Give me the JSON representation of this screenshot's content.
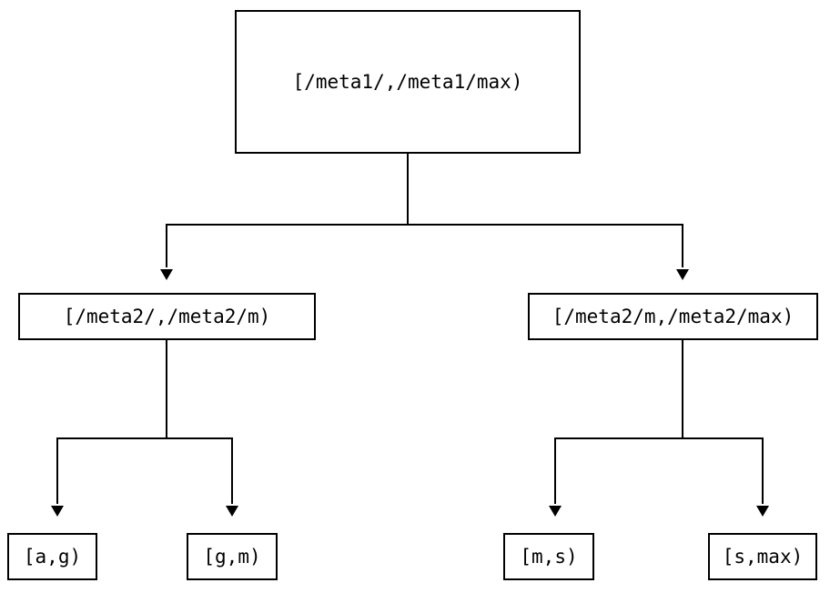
{
  "diagram": {
    "type": "tree",
    "orientation": "top-down",
    "background_color": "#ffffff",
    "line_color": "#000000",
    "node_border_color": "#000000",
    "node_fill_color": "#ffffff",
    "nodes": {
      "root": {
        "label": "[/meta1/,/meta1/max)"
      },
      "mid_left": {
        "label": "[/meta2/,/meta2/m)"
      },
      "mid_right": {
        "label": "[/meta2/m,/meta2/max)"
      },
      "leaf_ag": {
        "label": "[a,g)"
      },
      "leaf_gm": {
        "label": "[g,m)"
      },
      "leaf_ms": {
        "label": "[m,s)"
      },
      "leaf_smax": {
        "label": "[s,max)"
      }
    }
  }
}
